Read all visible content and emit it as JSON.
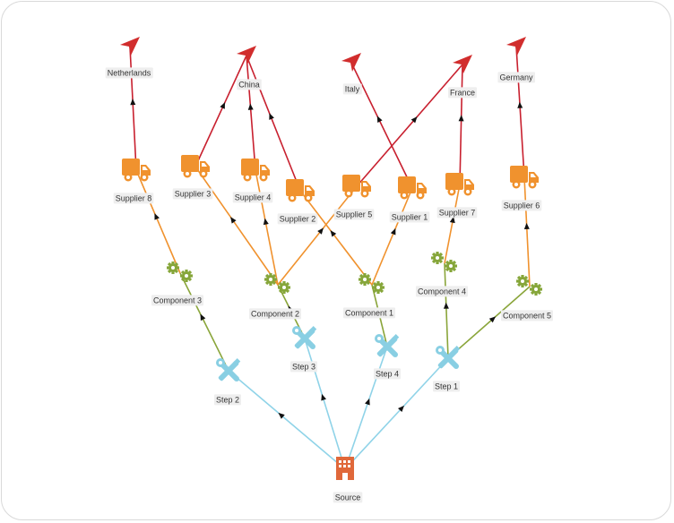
{
  "colors": {
    "edge_flow": "#8fd3e8",
    "edge_component": "#8aa53a",
    "edge_supplier": "#f0922e",
    "edge_destination": "#c8202f",
    "source": "#e0683a",
    "step": "#89cfe3",
    "component": "#86a63a",
    "supplier": "#f0922e",
    "destination": "#d12d2d",
    "arrow": "#111111"
  },
  "nodes": [
    {
      "id": "source",
      "type": "source",
      "label": "Source",
      "icon": "building-icon"
    },
    {
      "id": "step1",
      "type": "step",
      "label": "Step 1",
      "icon": "tools-icon"
    },
    {
      "id": "step2",
      "type": "step",
      "label": "Step 2",
      "icon": "tools-icon"
    },
    {
      "id": "step3",
      "type": "step",
      "label": "Step 3",
      "icon": "tools-icon"
    },
    {
      "id": "step4",
      "type": "step",
      "label": "Step 4",
      "icon": "tools-icon"
    },
    {
      "id": "comp1",
      "type": "component",
      "label": "Component 1",
      "icon": "gears-icon"
    },
    {
      "id": "comp2",
      "type": "component",
      "label": "Component 2",
      "icon": "gears-icon"
    },
    {
      "id": "comp3",
      "type": "component",
      "label": "Component 3",
      "icon": "gears-icon"
    },
    {
      "id": "comp4",
      "type": "component",
      "label": "Component 4",
      "icon": "gears-icon"
    },
    {
      "id": "comp5",
      "type": "component",
      "label": "Component 5",
      "icon": "gears-icon"
    },
    {
      "id": "sup1",
      "type": "supplier",
      "label": "Supplier 1",
      "icon": "truck-icon"
    },
    {
      "id": "sup2",
      "type": "supplier",
      "label": "Supplier 2",
      "icon": "truck-icon"
    },
    {
      "id": "sup3",
      "type": "supplier",
      "label": "Supplier 3",
      "icon": "truck-icon"
    },
    {
      "id": "sup4",
      "type": "supplier",
      "label": "Supplier 4",
      "icon": "truck-icon"
    },
    {
      "id": "sup5",
      "type": "supplier",
      "label": "Supplier 5",
      "icon": "truck-icon"
    },
    {
      "id": "sup6",
      "type": "supplier",
      "label": "Supplier 6",
      "icon": "truck-icon"
    },
    {
      "id": "sup7",
      "type": "supplier",
      "label": "Supplier 7",
      "icon": "truck-icon"
    },
    {
      "id": "sup8",
      "type": "supplier",
      "label": "Supplier 8",
      "icon": "truck-icon"
    },
    {
      "id": "netherlands",
      "type": "destination",
      "label": "Netherlands",
      "icon": "location-arrow-icon"
    },
    {
      "id": "china",
      "type": "destination",
      "label": "China",
      "icon": "location-arrow-icon"
    },
    {
      "id": "italy",
      "type": "destination",
      "label": "Italy",
      "icon": "location-arrow-icon"
    },
    {
      "id": "france",
      "type": "destination",
      "label": "France",
      "icon": "location-arrow-icon"
    },
    {
      "id": "germany",
      "type": "destination",
      "label": "Germany",
      "icon": "location-arrow-icon"
    }
  ],
  "edges": [
    {
      "from": "source",
      "to": "step2",
      "kind": "flow"
    },
    {
      "from": "source",
      "to": "step3",
      "kind": "flow"
    },
    {
      "from": "source",
      "to": "step4",
      "kind": "flow"
    },
    {
      "from": "source",
      "to": "step1",
      "kind": "flow"
    },
    {
      "from": "step2",
      "to": "comp3",
      "kind": "component"
    },
    {
      "from": "step3",
      "to": "comp2",
      "kind": "component"
    },
    {
      "from": "step4",
      "to": "comp1",
      "kind": "component"
    },
    {
      "from": "step1",
      "to": "comp4",
      "kind": "component"
    },
    {
      "from": "step1",
      "to": "comp5",
      "kind": "component"
    },
    {
      "from": "comp3",
      "to": "sup8",
      "kind": "supplier"
    },
    {
      "from": "comp2",
      "to": "sup3",
      "kind": "supplier"
    },
    {
      "from": "comp2",
      "to": "sup4",
      "kind": "supplier"
    },
    {
      "from": "comp2",
      "to": "sup5",
      "kind": "supplier"
    },
    {
      "from": "comp1",
      "to": "sup2",
      "kind": "supplier"
    },
    {
      "from": "comp1",
      "to": "sup1",
      "kind": "supplier"
    },
    {
      "from": "comp4",
      "to": "sup7",
      "kind": "supplier"
    },
    {
      "from": "comp5",
      "to": "sup6",
      "kind": "supplier"
    },
    {
      "from": "sup8",
      "to": "netherlands",
      "kind": "destination"
    },
    {
      "from": "sup3",
      "to": "china",
      "kind": "destination"
    },
    {
      "from": "sup4",
      "to": "china",
      "kind": "destination"
    },
    {
      "from": "sup2",
      "to": "china",
      "kind": "destination"
    },
    {
      "from": "sup1",
      "to": "italy",
      "kind": "destination"
    },
    {
      "from": "sup5",
      "to": "france",
      "kind": "destination"
    },
    {
      "from": "sup7",
      "to": "france",
      "kind": "destination"
    },
    {
      "from": "sup6",
      "to": "germany",
      "kind": "destination"
    }
  ]
}
